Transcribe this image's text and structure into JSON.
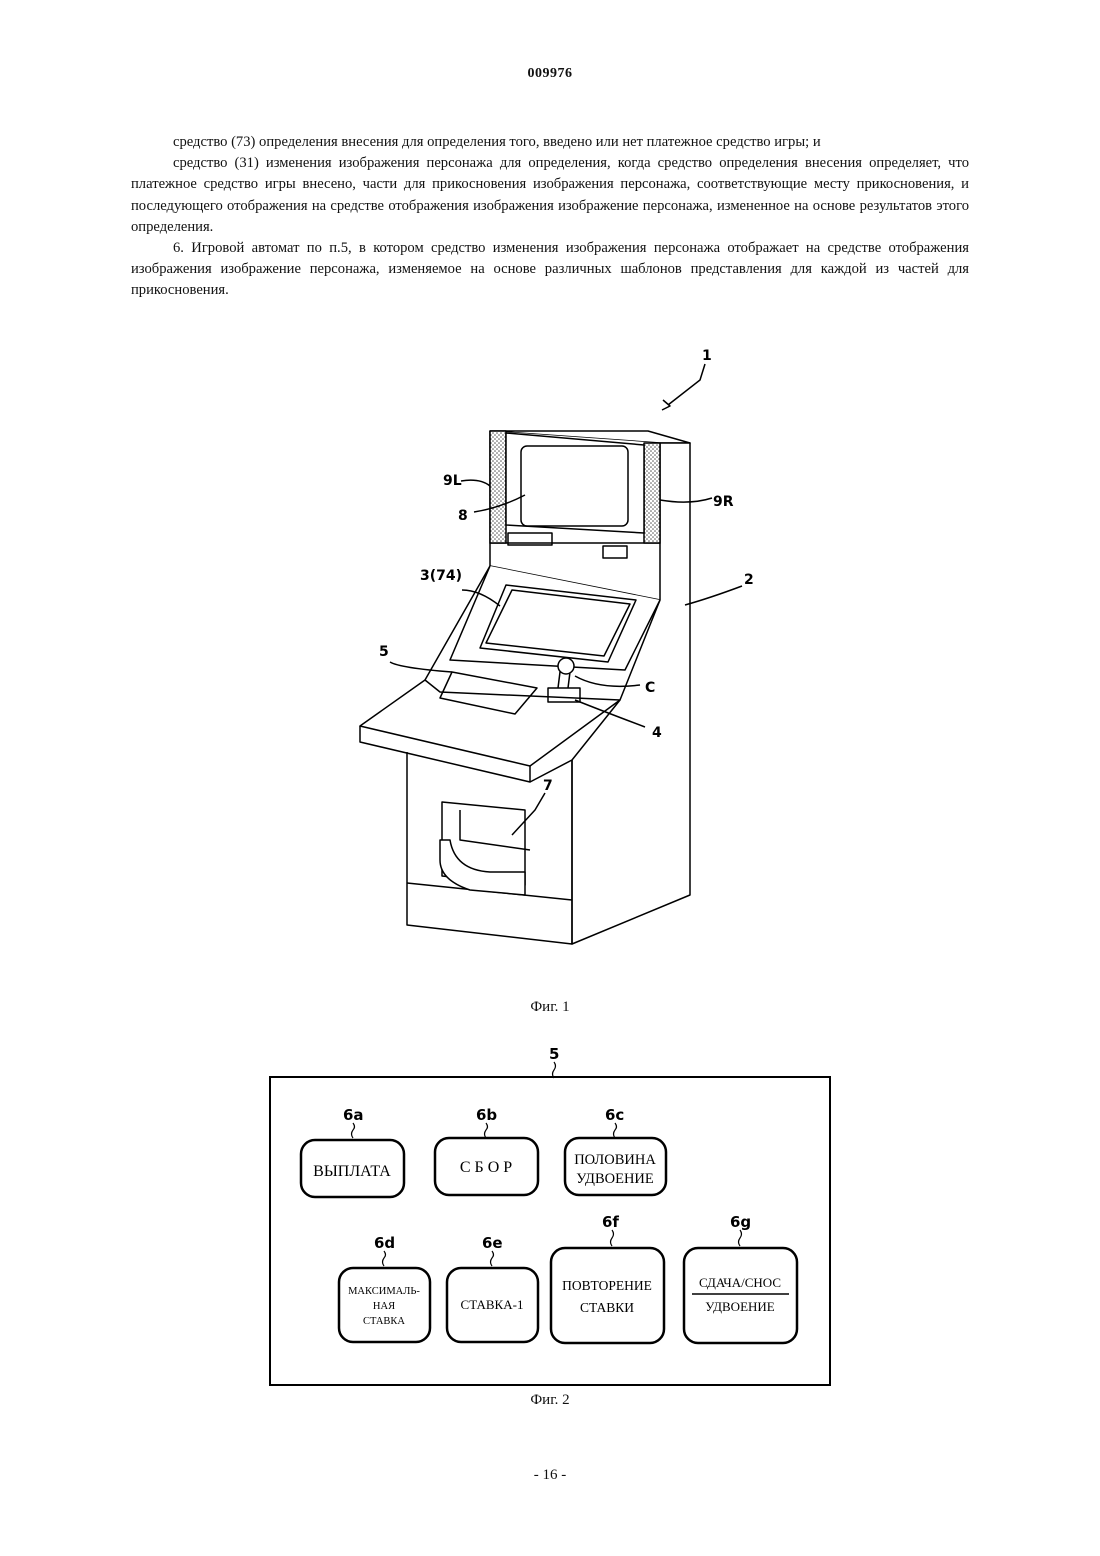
{
  "header": {
    "doc_number": "009976"
  },
  "paragraphs": [
    "средство (73) определения внесения для определения того, введено или нет платежное средство игры; и",
    "средство (31) изменения изображения персонажа для определения, когда средство определения внесения определяет, что платежное средство игры внесено, части для прикосновения изображения персонажа, соответствующие месту прикосновения, и последующего отображения на средстве отображения изображения изображение персонажа, измененное на основе результатов этого определения.",
    "6. Игровой автомат по п.5, в котором средство изменения изображения персонажа отображает на средстве отображения изображения изображение персонажа, изменяемое на основе различных шаблонов представления для каждой из частей для прикосновения."
  ],
  "figure1": {
    "caption": "Фиг. 1",
    "labels": {
      "machine": "1",
      "cabinet": "2",
      "touch_screen": "3(74)",
      "lever": "4",
      "panel": "5",
      "tray": "7",
      "upper_display": "8",
      "left_speaker": "9L",
      "right_speaker": "9R",
      "coin": "C"
    }
  },
  "figure2": {
    "caption": "Фиг. 2",
    "panel_label": "5",
    "buttons": {
      "b6a": {
        "ref": "6a",
        "lines": [
          "ВЫПЛАТА"
        ]
      },
      "b6b": {
        "ref": "6b",
        "lines": [
          "С Б О Р"
        ]
      },
      "b6c": {
        "ref": "6c",
        "lines": [
          "ПОЛОВИНА",
          "УДВОЕНИЕ"
        ]
      },
      "b6d": {
        "ref": "6d",
        "lines": [
          "МАКСИМАЛЬ-",
          "НАЯ",
          "СТАВКА"
        ]
      },
      "b6e": {
        "ref": "6e",
        "lines": [
          "СТАВКА-1"
        ]
      },
      "b6f": {
        "ref": "6f",
        "lines": [
          "ПОВТОРЕНИЕ",
          "СТАВКИ"
        ]
      },
      "b6g": {
        "ref": "6g",
        "lines": [
          "СДАЧА/СНОС",
          "УДВОЕНИЕ"
        ]
      }
    }
  },
  "footer": {
    "page_number": "- 16 -"
  }
}
